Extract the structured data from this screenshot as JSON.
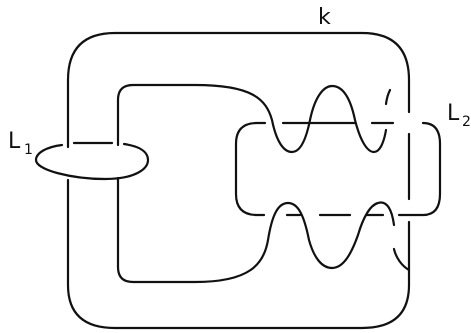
{
  "diagram": {
    "knot_label": "k",
    "link_components": [
      {
        "letter": "L",
        "subscript": "1"
      },
      {
        "letter": "L",
        "subscript": "2"
      }
    ],
    "stroke_color": "#111111",
    "background": "#ffffff"
  }
}
